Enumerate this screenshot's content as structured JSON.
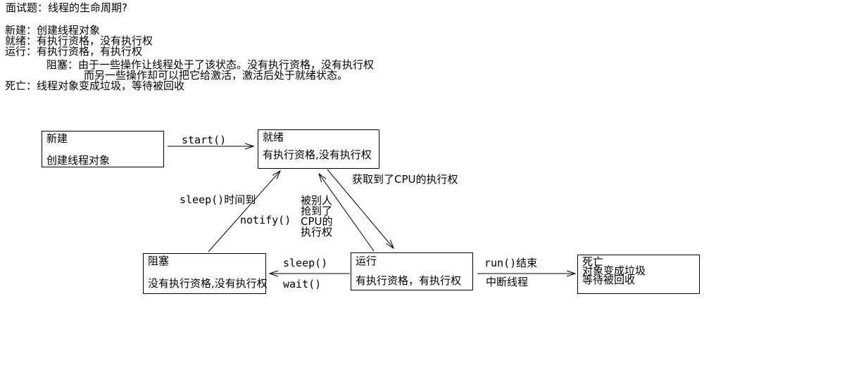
{
  "colors": {
    "ink": "#000000",
    "background": "#ffffff"
  },
  "header": {
    "title": "面试题：线程的生命周期?",
    "definitions": [
      "新建：创建线程对象",
      "就绪：有执行资格，没有执行权",
      "运行：有执行资格，有执行权",
      "阻塞：由于一些操作让线程处于了该状态。没有执行资格，没有执行权",
      "而另一些操作却可以把它给激活，激活后处于就绪状态。",
      "死亡：线程对象变成垃圾，等待被回收"
    ]
  },
  "diagram": {
    "nodes": {
      "new": {
        "title": "新建",
        "desc": "创建线程对象"
      },
      "ready": {
        "title": "就绪",
        "desc": "有执行资格,没有执行权"
      },
      "blocked": {
        "title": "阻塞",
        "desc": "没有执行资格,没有执行权"
      },
      "running": {
        "title": "运行",
        "desc": "有执行资格，有执行权"
      },
      "dead": {
        "title": "死亡",
        "lines": [
          "对象变成垃圾",
          "等待被回收"
        ]
      }
    },
    "edges": {
      "start": {
        "label": "start()"
      },
      "blocked_to_ready": {
        "label_top": "sleep()时间到",
        "label_bottom": "notify()"
      },
      "ready_to_running": {
        "label": "获取到了CPU的执行权"
      },
      "running_to_ready": {
        "lines": [
          "被别人",
          "抢到了",
          "CPU的",
          "执行权"
        ]
      },
      "running_to_blocked": {
        "label_top": "sleep()",
        "label_bottom": "wait()"
      },
      "running_to_dead": {
        "label_top": "run()结束",
        "label_bottom": "中断线程"
      }
    }
  }
}
